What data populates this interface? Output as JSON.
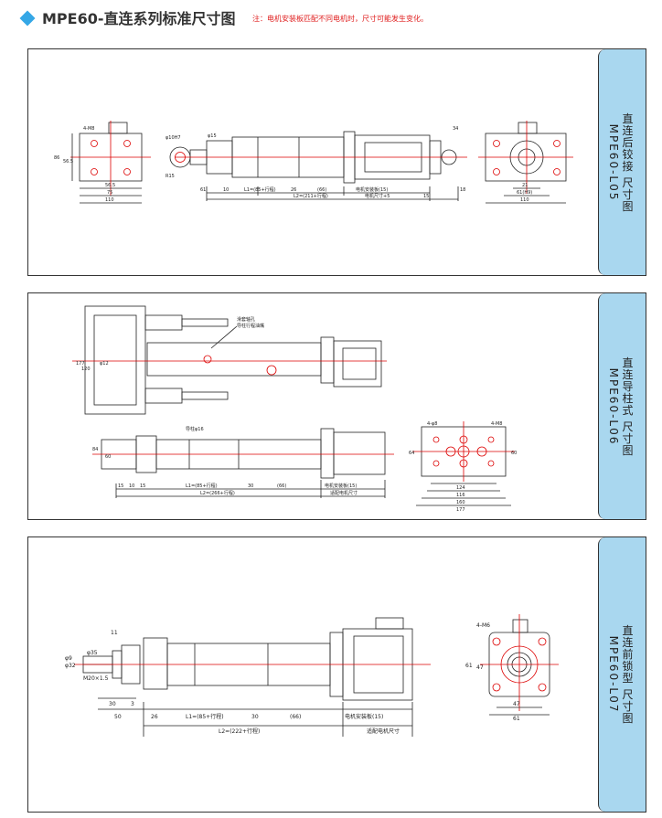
{
  "header": {
    "title": "MPE60-直连系列标准尺寸图",
    "note": "注：电机安装板匹配不同电机时，尺寸可能发生变化。"
  },
  "panels": [
    {
      "label_cn": "直连后铰接 尺寸图",
      "label_code": "MPE60-L05",
      "dims": {
        "front_hole": "4-M8",
        "front_h1": "86",
        "front_h2": "56.5",
        "front_w1": "56.5",
        "front_w2": "75",
        "front_w3": "110",
        "pin": "φ10H7",
        "pin_width": "φ15",
        "pin_r": "R15",
        "d_61": "61",
        "d_10": "10",
        "L1": "L1=(85+行程)",
        "d_26": "26",
        "d_66": "(66)",
        "plate": "电机安装板(15)",
        "L2": "L2=(211+行程)",
        "motor": "电机尺寸+5",
        "d_15": "15",
        "d_34": "34",
        "d_18": "18",
        "rear_w1": "21",
        "rear_w2": "61(H9)",
        "rear_w3": "110"
      }
    },
    {
      "label_cn": "直连导柱式 尺寸图",
      "label_code": "MPE60-L06",
      "dims": {
        "lube": "滑套轴孔",
        "lube2": "导柱行程油嘴",
        "top_h1": "177",
        "top_h2": "120",
        "top_h3": "φ12",
        "side_h1": "84",
        "side_h2": "60",
        "rod": "导柱φ16",
        "d_15": "15",
        "d_10": "10",
        "d_15b": "15",
        "L1": "L1=(85+行程)",
        "d_30": "30",
        "d_66": "(66)",
        "plate": "电机安装板(15)",
        "L2": "L2=(266+行程)",
        "motor": "适配电机尺寸",
        "hole_l": "4-φ8",
        "hole_r": "4-M8",
        "end_h1": "64",
        "end_h2": "60",
        "end_w1": "124",
        "end_w2": "116",
        "end_w3": "160",
        "end_w4": "177"
      }
    },
    {
      "label_cn": "直连前锁型 尺寸图",
      "label_code": "MPE60-L07",
      "dims": {
        "d_11": "11",
        "rod_d1": "φ9",
        "rod_d2": "φ32",
        "rod_d3": "φ35",
        "thread": "M20×1.5",
        "d_30": "30",
        "d_3": "3",
        "d_50": "50",
        "d_26": "26",
        "L1": "L1=(85+行程)",
        "d_30b": "30",
        "d_66": "(66)",
        "plate": "电机安装板(15)",
        "L2": "L2=(222+行程)",
        "motor": "适配电机尺寸",
        "hole": "4-M6",
        "end_h1": "61",
        "end_h2": "47",
        "end_w1": "47",
        "end_w2": "61"
      }
    }
  ]
}
